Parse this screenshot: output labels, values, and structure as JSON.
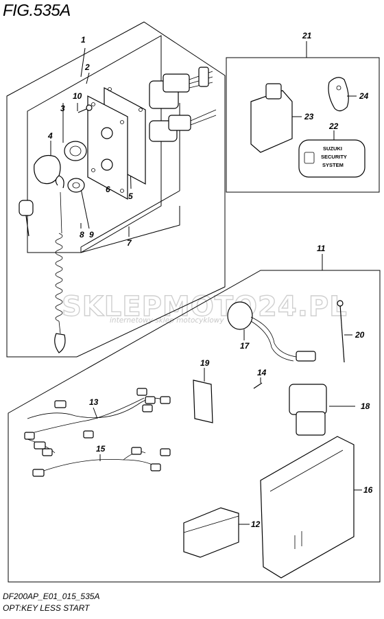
{
  "figure": {
    "title": "FIG.535A",
    "code": "DF200AP_E01_015_535A",
    "caption": "OPT:KEY LESS START"
  },
  "watermark": {
    "brand": "SKLEPMOTO24.PL",
    "tagline": "internetowy sklep motocyklowy"
  },
  "badge": {
    "line1": "SUZUKI",
    "line2": "SECURITY",
    "line3": "SYSTEM"
  },
  "callouts": [
    "1",
    "2",
    "3",
    "4",
    "5",
    "6",
    "7",
    "8",
    "9",
    "10",
    "11",
    "12",
    "13",
    "14",
    "15",
    "16",
    "17",
    "18",
    "19",
    "20",
    "21",
    "22",
    "23",
    "24"
  ],
  "colors": {
    "ink": "#000000",
    "watermark": "#cfcfcf",
    "watermark_accent": "#e8b7b7"
  }
}
